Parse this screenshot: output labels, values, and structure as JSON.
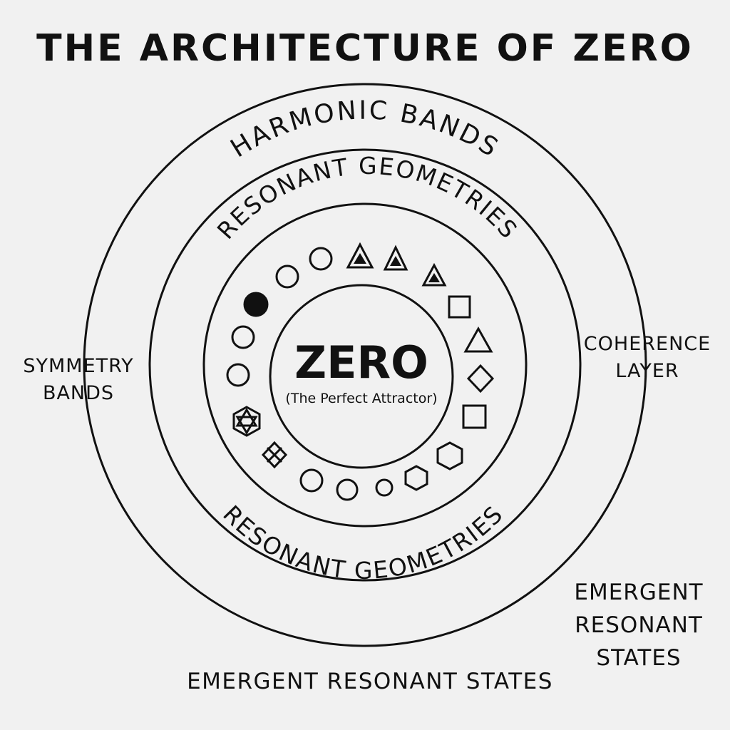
{
  "title": "THE ARCHITECTURE OF ZERO",
  "rings": {
    "outer": "HARMONIC BANDS",
    "middle_top": "RESONANT GEOMETRIES",
    "middle_bottom": "RESONANT GEOMETRIES"
  },
  "center": {
    "title": "ZERO",
    "subtitle": "(The Perfect Attractor)"
  },
  "side_labels": {
    "symmetry": [
      "SYMMETRY",
      "BANDS"
    ],
    "coherence": [
      "COHERENCE",
      "LAYER"
    ],
    "emergent_right": [
      "EMERGENT",
      "RESONANT",
      "STATES"
    ]
  },
  "bottom_label": "EMERGENT RESONANT STATES",
  "geometry_icons": [
    "filled-circle-icon",
    "circle-icon",
    "circle-icon",
    "nested-triangle-icon",
    "nested-triangle-icon",
    "nested-triangle-icon",
    "square-icon",
    "triangle-icon",
    "diamond-icon",
    "square-icon",
    "hexagon-icon",
    "hexagon-icon",
    "circle-icon",
    "circle-icon",
    "circle-icon",
    "crossed-diamond-icon",
    "hexagram-hexagon-icon",
    "circle-icon",
    "circle-icon"
  ]
}
